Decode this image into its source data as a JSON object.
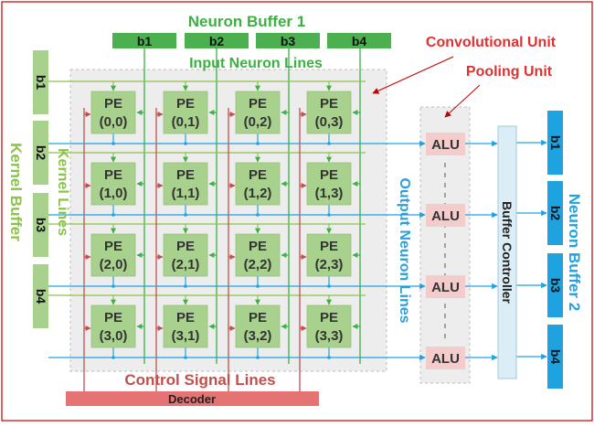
{
  "colors": {
    "green_light": "#a9d18e",
    "green_dark": "#4caf50",
    "green_text": "#70ad47",
    "green_line": "#3cb043",
    "red": "#c00000",
    "red_line": "#c0504d",
    "blue": "#1fa2e0",
    "blue_text": "#2e9fd6",
    "alu_fill": "#f4cccc",
    "grey_fill": "#ededed",
    "decoder_fill": "#e57373",
    "border": "#c00000"
  },
  "neuron_buffer_1": {
    "title": "Neuron Buffer 1",
    "cells": [
      "b1",
      "b2",
      "b3",
      "b4"
    ]
  },
  "input_neuron_lines_label": "Input Neuron Lines",
  "convolutional_unit_label": "Convolutional Unit",
  "pooling_unit_label": "Pooling Unit",
  "kernel_buffer": {
    "title": "Kernel Buffer",
    "cells": [
      "b1",
      "b2",
      "b3",
      "b4"
    ]
  },
  "kernel_lines_label": "Kernel Lines",
  "pe_grid": {
    "label": "PE",
    "rows": [
      [
        "(0,0)",
        "(0,1)",
        "(0,2)",
        "(0,3)"
      ],
      [
        "(1,0)",
        "(1,1)",
        "(1,2)",
        "(1,3)"
      ],
      [
        "(2,0)",
        "(2,1)",
        "(2,2)",
        "(2,3)"
      ],
      [
        "(3,0)",
        "(3,1)",
        "(3,2)",
        "(3,3)"
      ]
    ]
  },
  "output_neuron_lines_label": "Output Neuron Lines",
  "alus": [
    "ALU",
    "ALU",
    "ALU",
    "ALU"
  ],
  "buffer_controller_label": "Buffer Controller",
  "neuron_buffer_2": {
    "title": "Neuron Buffer 2",
    "cells": [
      "b1",
      "b2",
      "b3",
      "b4"
    ]
  },
  "control_signal_lines_label": "Control Signal Lines",
  "decoder_label": "Decoder"
}
